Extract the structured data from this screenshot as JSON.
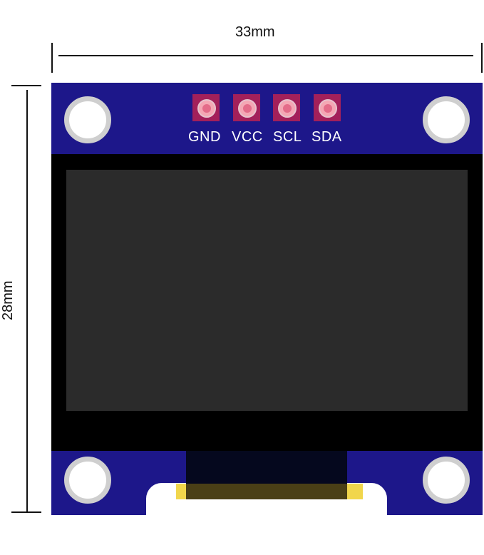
{
  "dimensions": {
    "width": "33mm",
    "height": "28mm"
  },
  "pins": [
    {
      "label": "GND"
    },
    {
      "label": "VCC"
    },
    {
      "label": "SCL"
    },
    {
      "label": "SDA"
    }
  ],
  "colors": {
    "pcb": "#1d178a",
    "display_frame": "#000000",
    "screen": "#2b2b2b",
    "pin_pad": "#a3205a"
  }
}
